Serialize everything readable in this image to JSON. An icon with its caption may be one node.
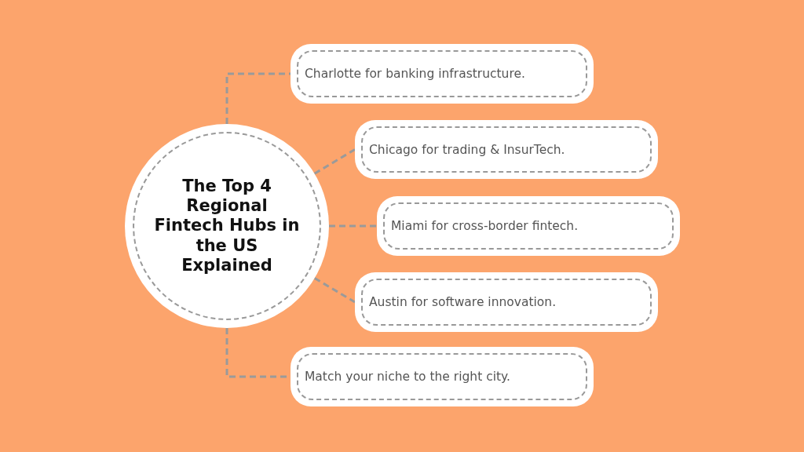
{
  "diagram": {
    "nodes": [
      {
        "text": [
          "The Top 4 Regional Fintech Hubs in the US Explained"
        ]
      },
      {
        "text": [
          "Charlotte for banking infrastructure."
        ]
      },
      {
        "text": [
          "Chicago for trading & InsurTech."
        ]
      },
      {
        "text": [
          "Miami for cross-border fintech."
        ]
      },
      {
        "text": [
          "Austin for software innovation."
        ]
      },
      {
        "text": [
          "Match your niche to the right city."
        ]
      }
    ],
    "edges": [
      {
        "from": 0,
        "to": 1,
        "arrow": "none",
        "style": "dashed"
      },
      {
        "from": 0,
        "to": 2,
        "arrow": "none",
        "style": "dashed"
      },
      {
        "from": 0,
        "to": 3,
        "arrow": "none",
        "style": "dashed"
      },
      {
        "from": 0,
        "to": 4,
        "arrow": "none",
        "style": "dashed"
      },
      {
        "from": 0,
        "to": 5,
        "arrow": "none",
        "style": "dashed"
      }
    ]
  }
}
